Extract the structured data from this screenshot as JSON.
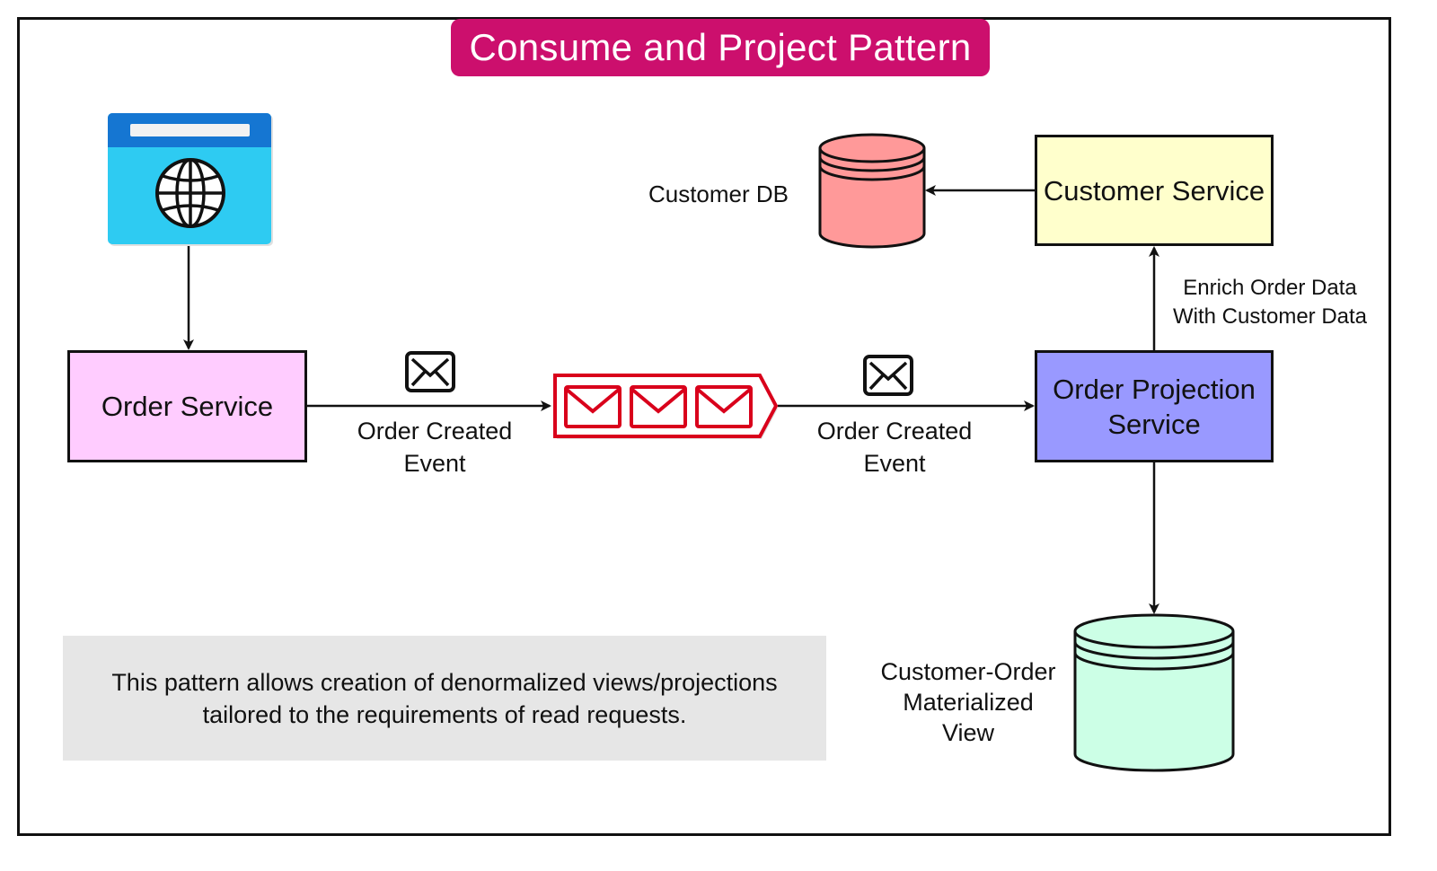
{
  "title": "Consume and Project Pattern",
  "nodes": {
    "order_service": "Order Service",
    "customer_service": "Customer Service",
    "projection_service_line1": "Order Projection",
    "projection_service_line2": "Service",
    "customer_db": "Customer DB",
    "materialized_view_line1": "Customer-Order",
    "materialized_view_line2": "Materialized",
    "materialized_view_line3": "View"
  },
  "edges": {
    "event_left_line1": "Order Created",
    "event_left_line2": "Event",
    "event_right_line1": "Order Created",
    "event_right_line2": "Event",
    "enrich_line1": "Enrich Order Data",
    "enrich_line2": "With Customer Data"
  },
  "note": {
    "line1": "This pattern allows creation of denormalized views/projections",
    "line2": "tailored to the requirements of read requests."
  },
  "icons": {
    "client": "browser-globe-icon",
    "event": "envelope-icon",
    "queue": "message-queue-icon",
    "database": "database-cylinder-icon"
  },
  "colors": {
    "title_bg": "#cc0f6d",
    "order_service": "#ffccff",
    "customer_service": "#ffffcc",
    "projection_service": "#9999ff",
    "customer_db": "#ff9999",
    "materialized_view": "#ccffe6",
    "browser_blue": "#2ecbf2",
    "queue_red": "#d9001b"
  }
}
